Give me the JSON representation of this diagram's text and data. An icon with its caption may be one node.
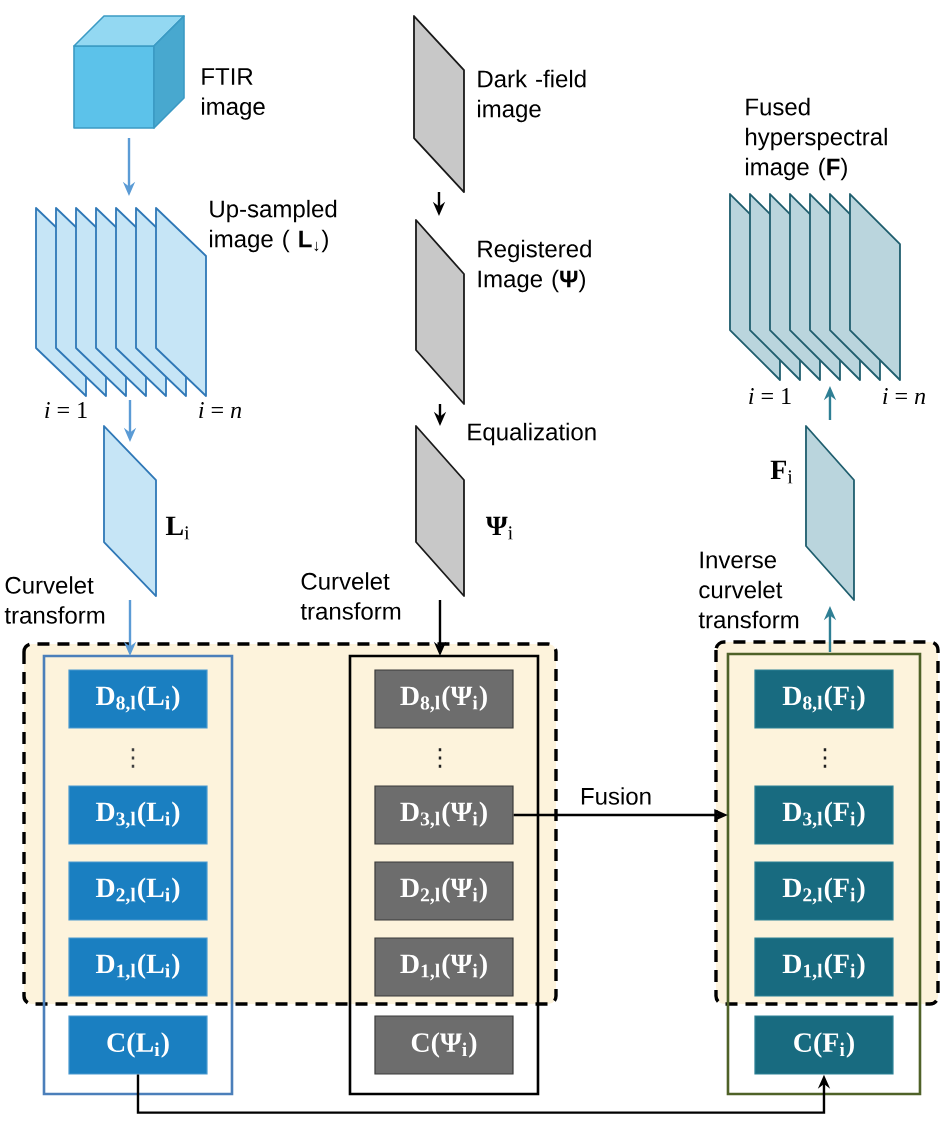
{
  "diagram": {
    "nodes": [
      {
        "text": [],
        "shape": "cube",
        "beside": [
          "FTIR image"
        ]
      },
      {
        "text": [],
        "shape": "stack",
        "beside": [
          "Up-sampled image ( **L**$_{↓}$)",
          "*i* = 1",
          "*i* = *n*"
        ]
      },
      {
        "text": [],
        "shape": "parallelogram",
        "beside": [
          "**L**$_{i}$"
        ]
      },
      {
        "text": [],
        "shape": "parallelogram",
        "beside": [
          "Dark -field image"
        ]
      },
      {
        "text": [],
        "shape": "parallelogram",
        "beside": [
          "Registered Image (**Ψ**)"
        ]
      },
      {
        "text": [],
        "shape": "parallelogram",
        "beside": [
          "**Ψ**$_{i}$"
        ]
      },
      {
        "text": [],
        "shape": "stack",
        "beside": [
          "Fused hyperspectral image (**F**)",
          "*i* = 1",
          "*i* = *n*"
        ]
      },
      {
        "text": [],
        "shape": "parallelogram",
        "beside": [
          "**F**$_{i}$"
        ]
      },
      {
        "text": [],
        "shape": "box"
      },
      {
        "text": [
          "D$_{8,l}$(L$_{i}$)"
        ],
        "in": 8
      },
      {
        "text": [
          "D$_{3,l}$(L$_{i}$)"
        ],
        "in": 8
      },
      {
        "text": [
          "D$_{2,l}$(L$_{i}$)"
        ],
        "in": 8
      },
      {
        "text": [
          "D$_{1,l}$(L$_{i}$)"
        ],
        "in": 8
      },
      {
        "text": [
          "C(L$_{i}$)"
        ],
        "in": 8
      },
      {
        "text": [],
        "shape": "box"
      },
      {
        "text": [
          "D$_{8,l}$(Ψ$_{i}$)"
        ],
        "in": 14
      },
      {
        "text": [
          "D$_{3,l}$(Ψ$_{i}$)"
        ],
        "in": 14
      },
      {
        "text": [
          "D$_{2,l}$(Ψ$_{i}$)"
        ],
        "in": 14
      },
      {
        "text": [
          "D$_{1,l}$(Ψ$_{i}$)"
        ],
        "in": 14
      },
      {
        "text": [
          "C(Ψ$_{i}$)"
        ],
        "in": 14
      },
      {
        "text": [],
        "shape": "box"
      },
      {
        "text": [
          "D$_{8,l}$(F$_{i}$)"
        ],
        "in": 20
      },
      {
        "text": [
          "D$_{3,l}$(F$_{i}$)"
        ],
        "in": 20
      },
      {
        "text": [
          "D$_{2,l}$(F$_{i}$)"
        ],
        "in": 20
      },
      {
        "text": [
          "D$_{1,l}$(F$_{i}$)"
        ],
        "in": 20
      },
      {
        "text": [
          "C(F$_{i}$)"
        ],
        "in": 20
      }
    ],
    "edges": [
      {
        "from": 0,
        "to": 1,
        "arrow": "to",
        "color": "#5b9bd5"
      },
      {
        "from": 1,
        "to": 2,
        "arrow": "to",
        "color": "#5b9bd5"
      },
      {
        "from": 2,
        "to": 8,
        "arrow": "to",
        "label": "Curvelet transform",
        "color": "#5b9bd5"
      },
      {
        "from": 3,
        "to": 4,
        "arrow": "to"
      },
      {
        "from": 4,
        "to": 5,
        "arrow": "to",
        "label": "Equalization"
      },
      {
        "from": 5,
        "to": 14,
        "arrow": "to",
        "label": "Curvelet transform"
      },
      {
        "from": 16,
        "to": 20,
        "arrow": "to",
        "label": "Fusion"
      },
      {
        "from": 20,
        "to": 7,
        "arrow": "to",
        "label": "Inverse curvelet transform",
        "color": "#2e7f94"
      },
      {
        "from": 7,
        "to": 6,
        "arrow": "to",
        "color": "#2e7f94"
      },
      {
        "from": 13,
        "to": 25,
        "arrow": "to"
      }
    ],
    "labels": [
      "⋮",
      "⋮",
      "⋮"
    ]
  }
}
